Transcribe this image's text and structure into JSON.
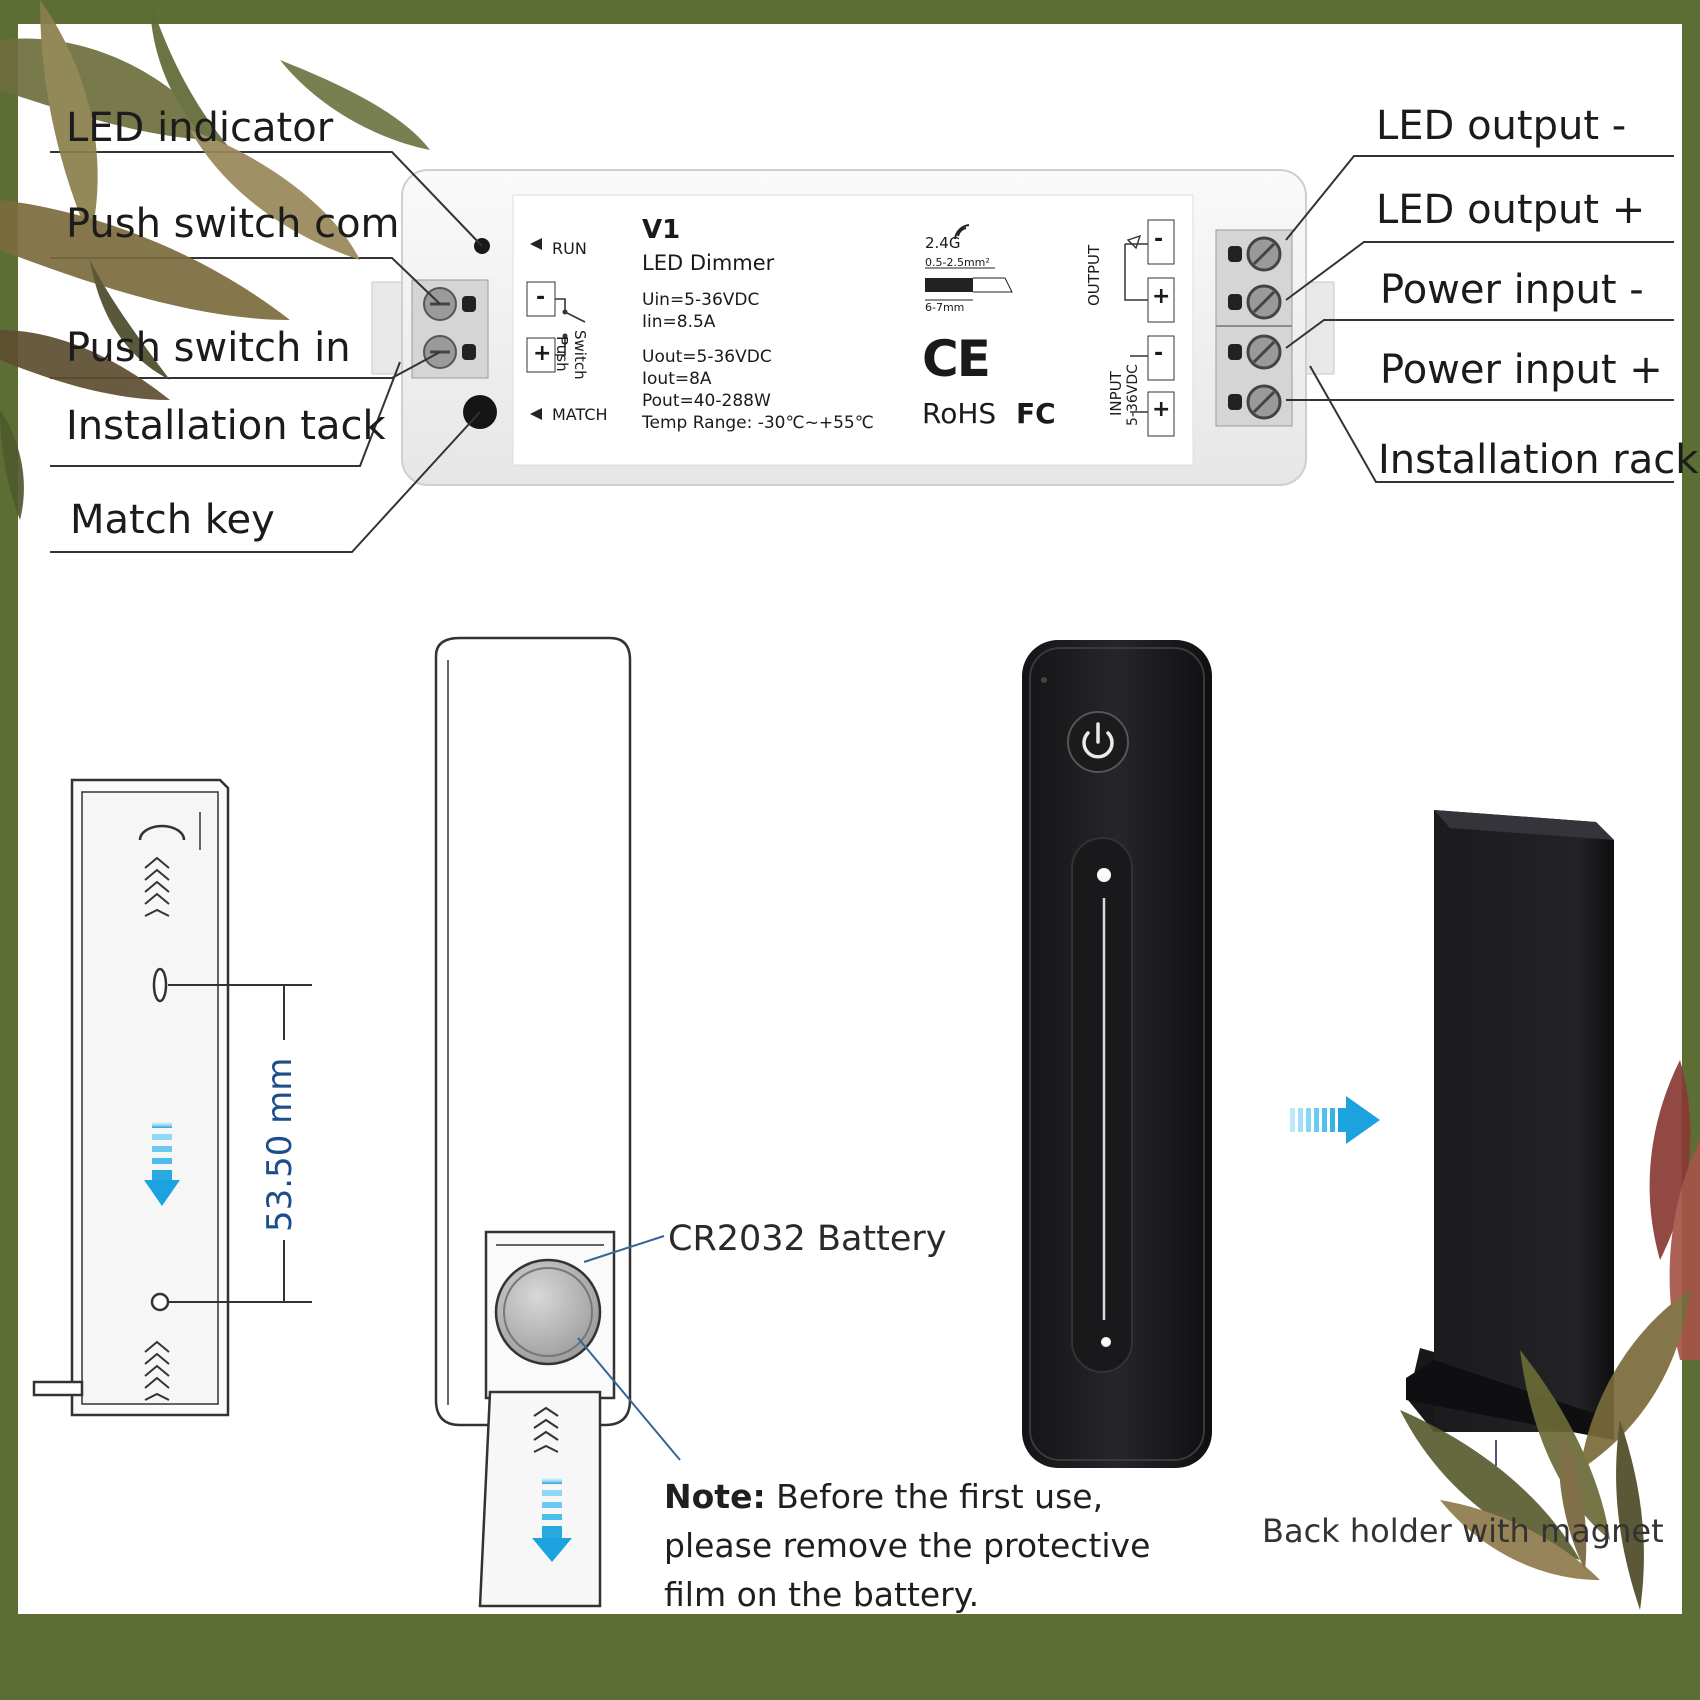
{
  "labels_left": {
    "led_indicator": "LED indicator",
    "push_switch_com": "Push switch com",
    "push_switch_in": "Push switch in",
    "installation_tack": "Installation tack",
    "match_key": "Match key"
  },
  "labels_right": {
    "led_output_minus": "LED output -",
    "led_output_plus": "LED output +",
    "power_input_minus": "Power input -",
    "power_input_plus": "Power input +",
    "installation_rack": "Installation rack"
  },
  "device": {
    "model": "V1",
    "name": "LED Dimmer",
    "run_label": "RUN",
    "match_label": "MATCH",
    "switch_label": "Switch",
    "push_label": "Push",
    "specs_in": [
      "Uin=5-36VDC",
      "Iin=8.5A"
    ],
    "specs_out": [
      "Uout=5-36VDC",
      "Iout=8A",
      "Pout=40-288W",
      "Temp Range: -30℃~+55℃"
    ],
    "rf_label": "2.4G",
    "wire_gauge": "0.5-2.5mm²",
    "strip_length": "6-7mm",
    "ce_mark": "CE",
    "rohs_mark": "RoHS",
    "fc_mark": "FC",
    "output_label": "OUTPUT",
    "input_label": "INPUT",
    "input_voltage": "5-36VDC",
    "minus_sign": "-",
    "plus_sign": "+"
  },
  "dimension_label": "53.50 mm",
  "battery_label": "CR2032 Battery",
  "note": {
    "bold": "Note:",
    "line1": "Before the first use,",
    "line2": "please remove the protective",
    "line3": "film on the battery."
  },
  "holder_label": "Back holder with magnet",
  "colors": {
    "frame": "#5d6e35",
    "device_body": "#f4f4f4",
    "remote": "#1c1c1e",
    "accent_arrow": "#2aa8e0",
    "dimension": "#1c4e8a"
  },
  "icons": [
    "power-icon",
    "wifi-icon",
    "arrow-right-icon",
    "arrow-down-icon",
    "leaf-icon"
  ]
}
